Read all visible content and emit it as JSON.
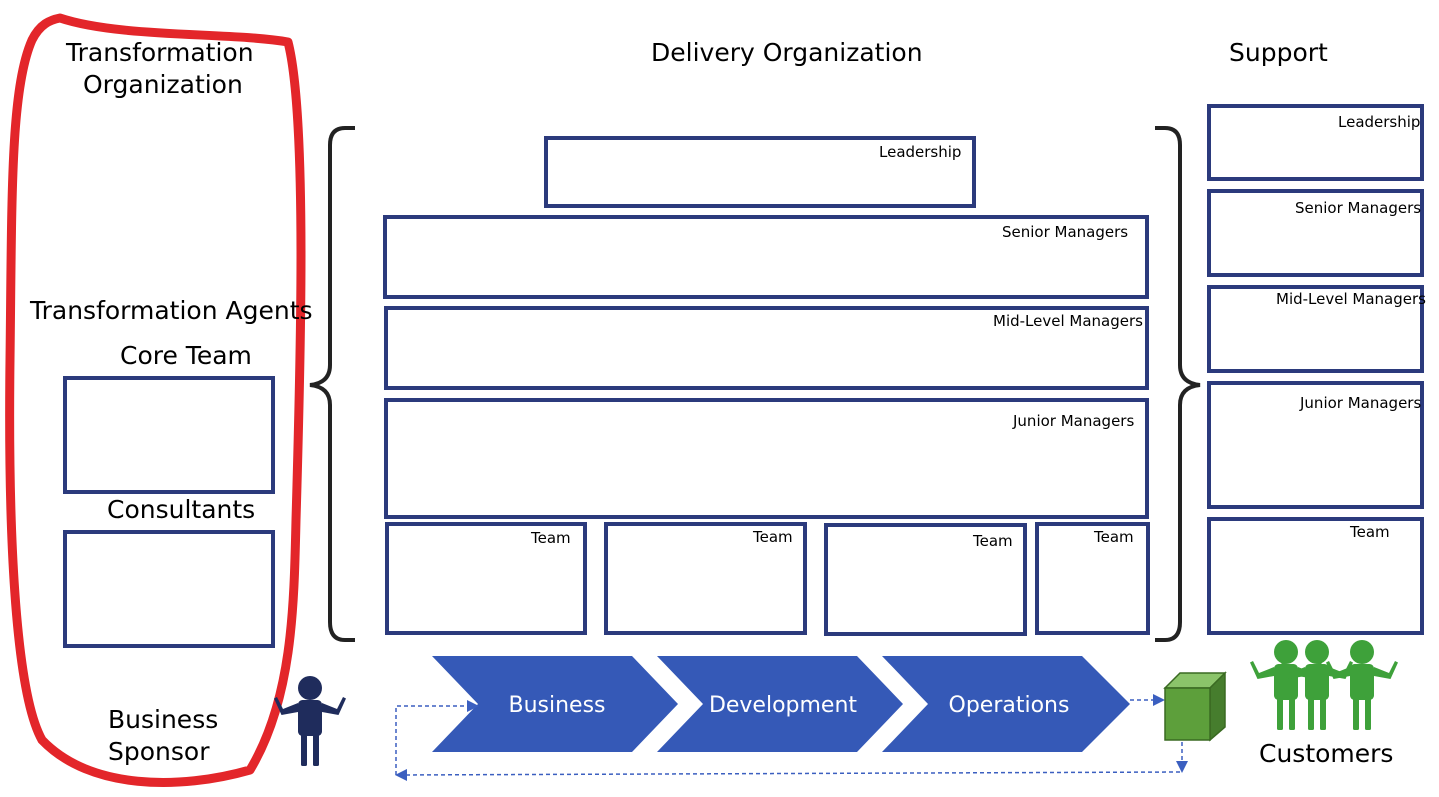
{
  "colors": {
    "box_border": "#2b3a7c",
    "chevron_fill": "#3559b7",
    "highlight_red": "#e3262a",
    "cube_green": "#5d9f3b",
    "customer_green": "#3ea13a",
    "sponsor_navy": "#1f2c5c",
    "arrow_blue": "#3b5fc0",
    "palette": {
      "k": "#151515",
      "g": "#777777",
      "r": "#e3262a",
      "G": "#3ea13a",
      "L": "#86cc3c",
      "p": "#6a1f9a",
      "b": "#1f66bf",
      "n": "#234886",
      "y": "#f3b82c",
      "o": "#6d4c16",
      "N": "#1f2c5c"
    }
  },
  "icons": {
    "person": "person-icon",
    "cube": "cube-icon",
    "bracket": "curly-bracket-icon"
  },
  "transformation": {
    "title_line1": "Transformation",
    "title_line2": "Organization",
    "agents_label": "Transformation Agents",
    "core_team_label": "Core Team",
    "core_team_people": [
      "r",
      "y",
      "p",
      "n"
    ],
    "consultants_label": "Consultants",
    "consultants_people": [
      "r",
      "y",
      "p",
      "n"
    ],
    "sponsor_line1": "Business",
    "sponsor_line2": "Sponsor"
  },
  "delivery": {
    "title": "Delivery Organization",
    "leadership_label": "Leadership",
    "leadership_people": [
      "r",
      "G",
      "g"
    ],
    "senior_label": "Senior Managers",
    "senior_people": [
      "k",
      "p",
      "r",
      "b"
    ],
    "mid_label": "Mid-Level Managers",
    "mid_people": [
      "k",
      "g",
      "p",
      "L",
      "r",
      "k",
      "o",
      "b"
    ],
    "junior_label": "Junior Managers",
    "junior_people": [
      "k",
      "k",
      "g",
      "p",
      "L",
      "r",
      "p",
      "k",
      "o",
      "b"
    ],
    "team_label": "Team",
    "team1_people": [
      "k",
      "L",
      "k",
      "g",
      "p"
    ],
    "team2_people": [
      "k",
      "L",
      "k",
      "g",
      "p",
      "o"
    ],
    "team3_people": [
      "k",
      "L",
      "k",
      "g",
      "o",
      "p"
    ],
    "team4_people": [
      "o",
      "o",
      "b"
    ]
  },
  "flow": {
    "steps": [
      "Business",
      "Development",
      "Operations"
    ]
  },
  "support": {
    "title": "Support",
    "leadership_label": "Leadership",
    "leadership_people": [
      "g"
    ],
    "senior_label": "Senior Managers",
    "senior_people": [
      "r",
      "b"
    ],
    "mid_label": "Mid-Level Managers",
    "mid_people": [
      "L",
      "p",
      "o"
    ],
    "junior_label": "Junior Managers",
    "junior_people": [
      "p",
      "r",
      "o",
      "b"
    ],
    "team_label": "Team",
    "team_people": [
      "k",
      "L",
      "k",
      "g",
      "p"
    ]
  },
  "customers": {
    "label": "Customers",
    "people": [
      "G",
      "G",
      "G"
    ]
  }
}
